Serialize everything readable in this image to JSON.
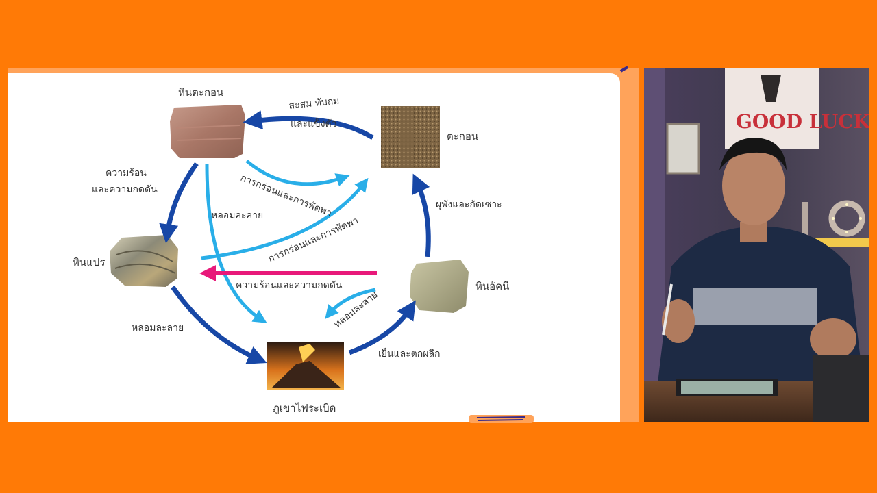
{
  "colors": {
    "frame_orange": "#ff7a06",
    "arrow_dark_blue": "#1747a6",
    "arrow_light_blue": "#29aee8",
    "arrow_pink": "#e8197a"
  },
  "diagram": {
    "nodes": {
      "sedimentary_rock": "หินตะกอน",
      "sediment": "ตะกอน",
      "metamorphic_rock": "หินแปร",
      "igneous_rock": "หินอัคนี",
      "volcano": "ภูเขาไฟระเบิด"
    },
    "arrow_labels": {
      "compaction_line1": "สะสม ทับถม",
      "compaction_line2": "และแข็งตัว",
      "heat_pressure_line1": "ความร้อน",
      "heat_pressure_line2": "และความกดดัน",
      "melting_left": "หลอมละลาย",
      "weathering_1": "การกร่อนและการพัดพา",
      "weathering_2": "การกร่อนและการพัดพา",
      "heat_pressure_middle": "ความร้อนและความกดดัน",
      "melting_right": "หลอมละลาย",
      "melting_bottom": "หลอมละลาย",
      "cooling": "เย็นและตกผลึก",
      "erosion": "ผุพังและกัดเซาะ"
    }
  },
  "webcam": {
    "poster_text": "GOOD LUCK"
  }
}
